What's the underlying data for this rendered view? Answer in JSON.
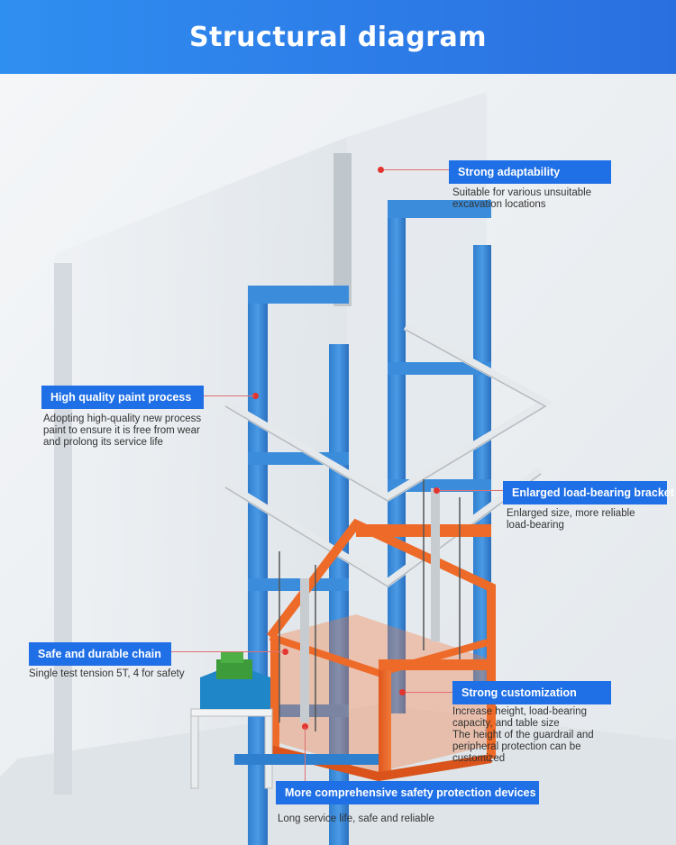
{
  "header": {
    "title": "Structural diagram"
  },
  "colors": {
    "accent": "#1f6fe6",
    "frame": "#3d8fd8",
    "cage": "#ec6a2c",
    "pointer": "#e3342f"
  },
  "callouts": [
    {
      "title": "Strong adaptability",
      "lines": [
        "Suitable for various unsuitable",
        "excavation locations"
      ]
    },
    {
      "title": "High quality paint process",
      "lines": [
        "Adopting high-quality new process",
        "paint to ensure it is free from wear",
        "and prolong its service life"
      ]
    },
    {
      "title": "Enlarged load-bearing bracket",
      "lines": [
        "Enlarged size, more reliable",
        "load-bearing"
      ]
    },
    {
      "title": "Safe and durable chain",
      "lines": [
        "Single test tension 5T, 4 for safety"
      ]
    },
    {
      "title": "Strong customization",
      "lines": [
        "Increase height, load-bearing",
        "capacity, and table size",
        "The height of the guardrail and",
        "peripheral protection can be",
        "customized"
      ]
    },
    {
      "title": "More comprehensive safety protection devices",
      "lines": [
        "Long service life, safe and reliable"
      ]
    }
  ]
}
